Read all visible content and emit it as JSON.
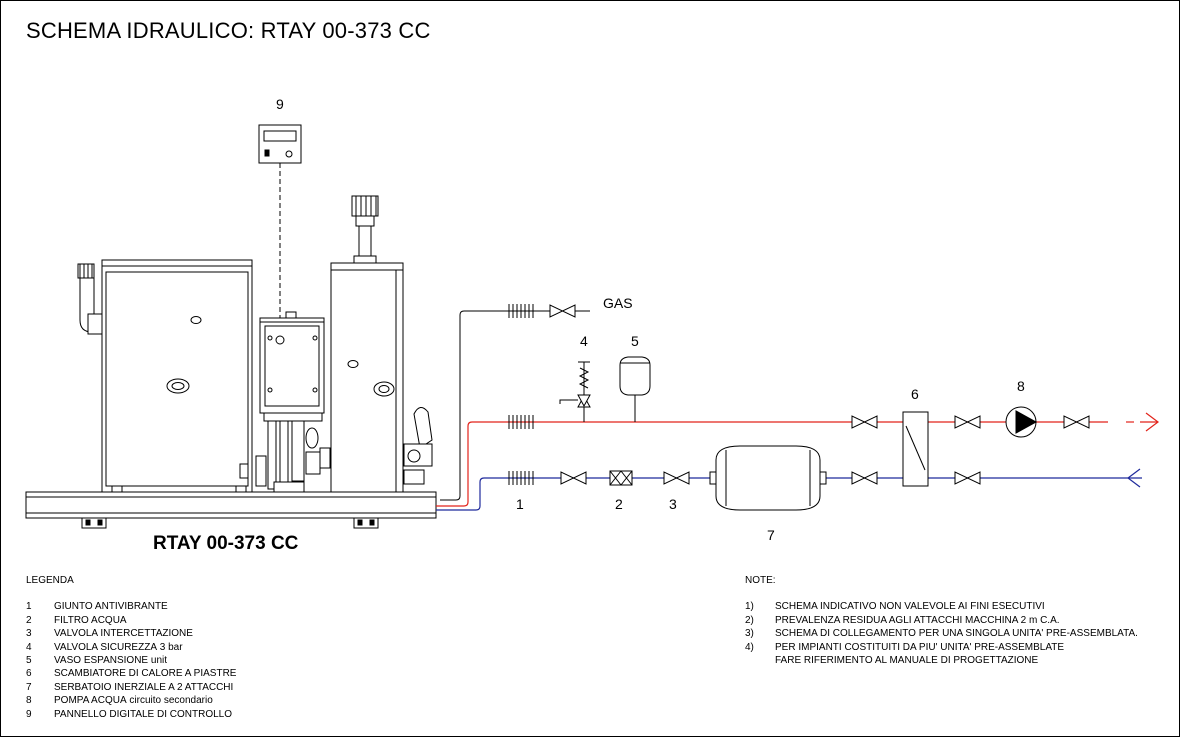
{
  "title": "SCHEMA IDRAULICO: RTAY 00-373 CC",
  "unit_label": "RTAY 00-373 CC",
  "gas_label": "GAS",
  "component_labels": {
    "c1": "1",
    "c2": "2",
    "c3": "3",
    "c4": "4",
    "c5": "5",
    "c6": "6",
    "c7": "7",
    "c8": "8",
    "c9": "9"
  },
  "legend": {
    "title": "LEGENDA",
    "items": [
      {
        "num": "1",
        "text": "GIUNTO ANTIVIBRANTE",
        "extra": ""
      },
      {
        "num": "2",
        "text": "FILTRO ACQUA",
        "extra": ""
      },
      {
        "num": "3",
        "text": "VALVOLA INTERCETTAZIONE",
        "extra": ""
      },
      {
        "num": "4",
        "text": "VALVOLA SICUREZZA",
        "extra": "3 bar"
      },
      {
        "num": "5",
        "text": "VASO ESPANSIONE",
        "extra": "unit"
      },
      {
        "num": "6",
        "text": "SCAMBIATORE DI CALORE A PIASTRE",
        "extra": ""
      },
      {
        "num": "7",
        "text": "SERBATOIO INERZIALE A 2 ATTACCHI",
        "extra": ""
      },
      {
        "num": "8",
        "text": "POMPA ACQUA",
        "extra": "circuito secondario"
      },
      {
        "num": "9",
        "text": "PANNELLO DIGITALE DI CONTROLLO",
        "extra": ""
      }
    ]
  },
  "notes": {
    "title": "NOTE:",
    "items": [
      {
        "num": "1)",
        "text": "SCHEMA INDICATIVO NON VALEVOLE AI FINI ESECUTIVI"
      },
      {
        "num": "2)",
        "text": "PREVALENZA RESIDUA AGLI ATTACCHI MACCHINA 2 m C.A."
      },
      {
        "num": "3)",
        "text": "SCHEMA DI COLLEGAMENTO PER UNA SINGOLA UNITA' PRE-ASSEMBLATA."
      },
      {
        "num": "4)",
        "text": "PER IMPIANTI COSTITUITI DA PIU' UNITA' PRE-ASSEMBLATE"
      },
      {
        "num": "",
        "text": "FARE RIFERIMENTO AL MANUALE DI PROGETTAZIONE"
      }
    ]
  },
  "colors": {
    "supply_line": "#e2231a",
    "return_line": "#1f2a9c",
    "outline": "#000000"
  }
}
